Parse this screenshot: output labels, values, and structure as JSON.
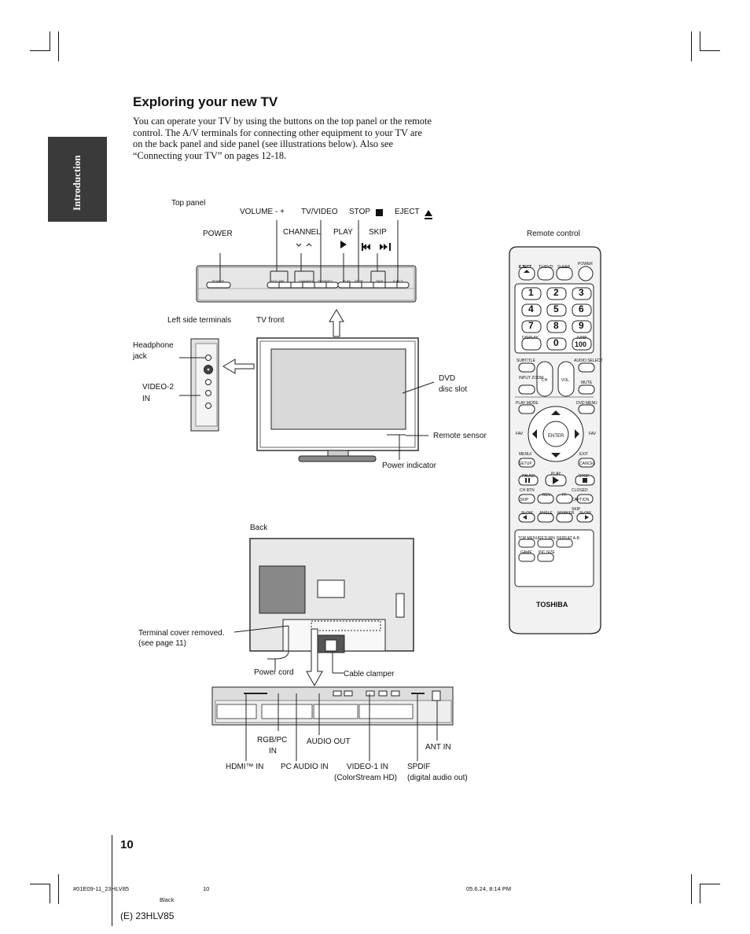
{
  "side_tab": "Introduction",
  "heading": "Exploring your new TV",
  "intro": "You can operate your TV by using the buttons on the top panel or the remote control. The A/V terminals for connecting other equipment to your TV are on the back panel and side panel (see illustrations below). Also see “Connecting your TV” on pages 12-18.",
  "labels": {
    "top_panel": "Top panel",
    "volume": "VOLUME - +",
    "tv_video": "TV/VIDEO",
    "stop": "STOP",
    "eject": "EJECT",
    "power": "POWER",
    "channel": "CHANNEL",
    "play": "PLAY",
    "skip": "SKIP",
    "remote_control": "Remote control",
    "left_side_terminals": "Left side terminals",
    "tv_front": "TV front",
    "headphone_jack_1": "Headphone",
    "headphone_jack_2": "jack",
    "video2_1": "VIDEO-2",
    "video2_2": "IN",
    "dvd_1": "DVD",
    "dvd_2": "disc slot",
    "remote_sensor": "Remote sensor",
    "power_indicator": "Power indicator",
    "back": "Back",
    "terminal_cover_1": "Terminal cover removed.",
    "terminal_cover_2": "(see page 11)",
    "power_cord": "Power cord",
    "cable_clamper": "Cable clamper",
    "rgb_pc_1": "RGB/PC",
    "rgb_pc_2": "IN",
    "audio_out": "AUDIO OUT",
    "ant_in": "ANT IN",
    "hdmi_in": "HDMI™ IN",
    "pc_audio_in": "PC AUDIO IN",
    "video1_in": "VIDEO-1 IN",
    "colorstream": "(ColorStream HD)",
    "spdif": "SPDIF",
    "digital_audio_out": "(digital audio out)"
  },
  "top_panel_buttons": [
    "POWER",
    "VOLUME",
    "CHANNEL",
    "TV/VIDEO",
    "PLAY",
    "STOP",
    "SKIP",
    "EJECT"
  ],
  "remote": {
    "brand": "TOSHIBA",
    "row1": [
      "EJECT",
      "TV/DVD",
      "SLEEP",
      "POWER"
    ],
    "digits": [
      "1",
      "2",
      "3",
      "4",
      "5",
      "6",
      "7",
      "8",
      "9",
      "0"
    ],
    "display": "DISPLAY",
    "jump": "JUMP",
    "hundred": "100",
    "subtitle": "SUBTITLE",
    "audio_select": "AUDIO SELECT",
    "input_zoom": "INPUT ZOOM",
    "ch": "CH",
    "vol": "VOL",
    "mute": "MUTE",
    "play_mode": "PLAY MODE",
    "dvd_menu": "DVD MENU",
    "fav": "FAV",
    "enter": "ENTER",
    "menu_setup": "MENU/ SETUP",
    "exit_cancel": "EXIT CANCEL",
    "pause": "PAUSE",
    "play": "PLAY",
    "stop": "STOP",
    "ch_rtn": "CH RTN SKIP",
    "rev": "REV",
    "ff": "FF",
    "closed_caption": "CLOSED CAPTION SKIP",
    "slow1": "SLOW",
    "angle": "ANGLE",
    "marker": "MARKER",
    "slow2": "SLOW",
    "top_menu": "TOP MENU",
    "return": "RETURN",
    "repeat": "REPEAT A-B",
    "game": "GAME",
    "pic_size": "PIC SIZE"
  },
  "page_number": "10",
  "footer": {
    "file": "#01E09-11_23HLV85",
    "page": "10",
    "date": "05.6.24, 8:14 PM",
    "color": "Black",
    "model": "(E) 23HLV85"
  }
}
